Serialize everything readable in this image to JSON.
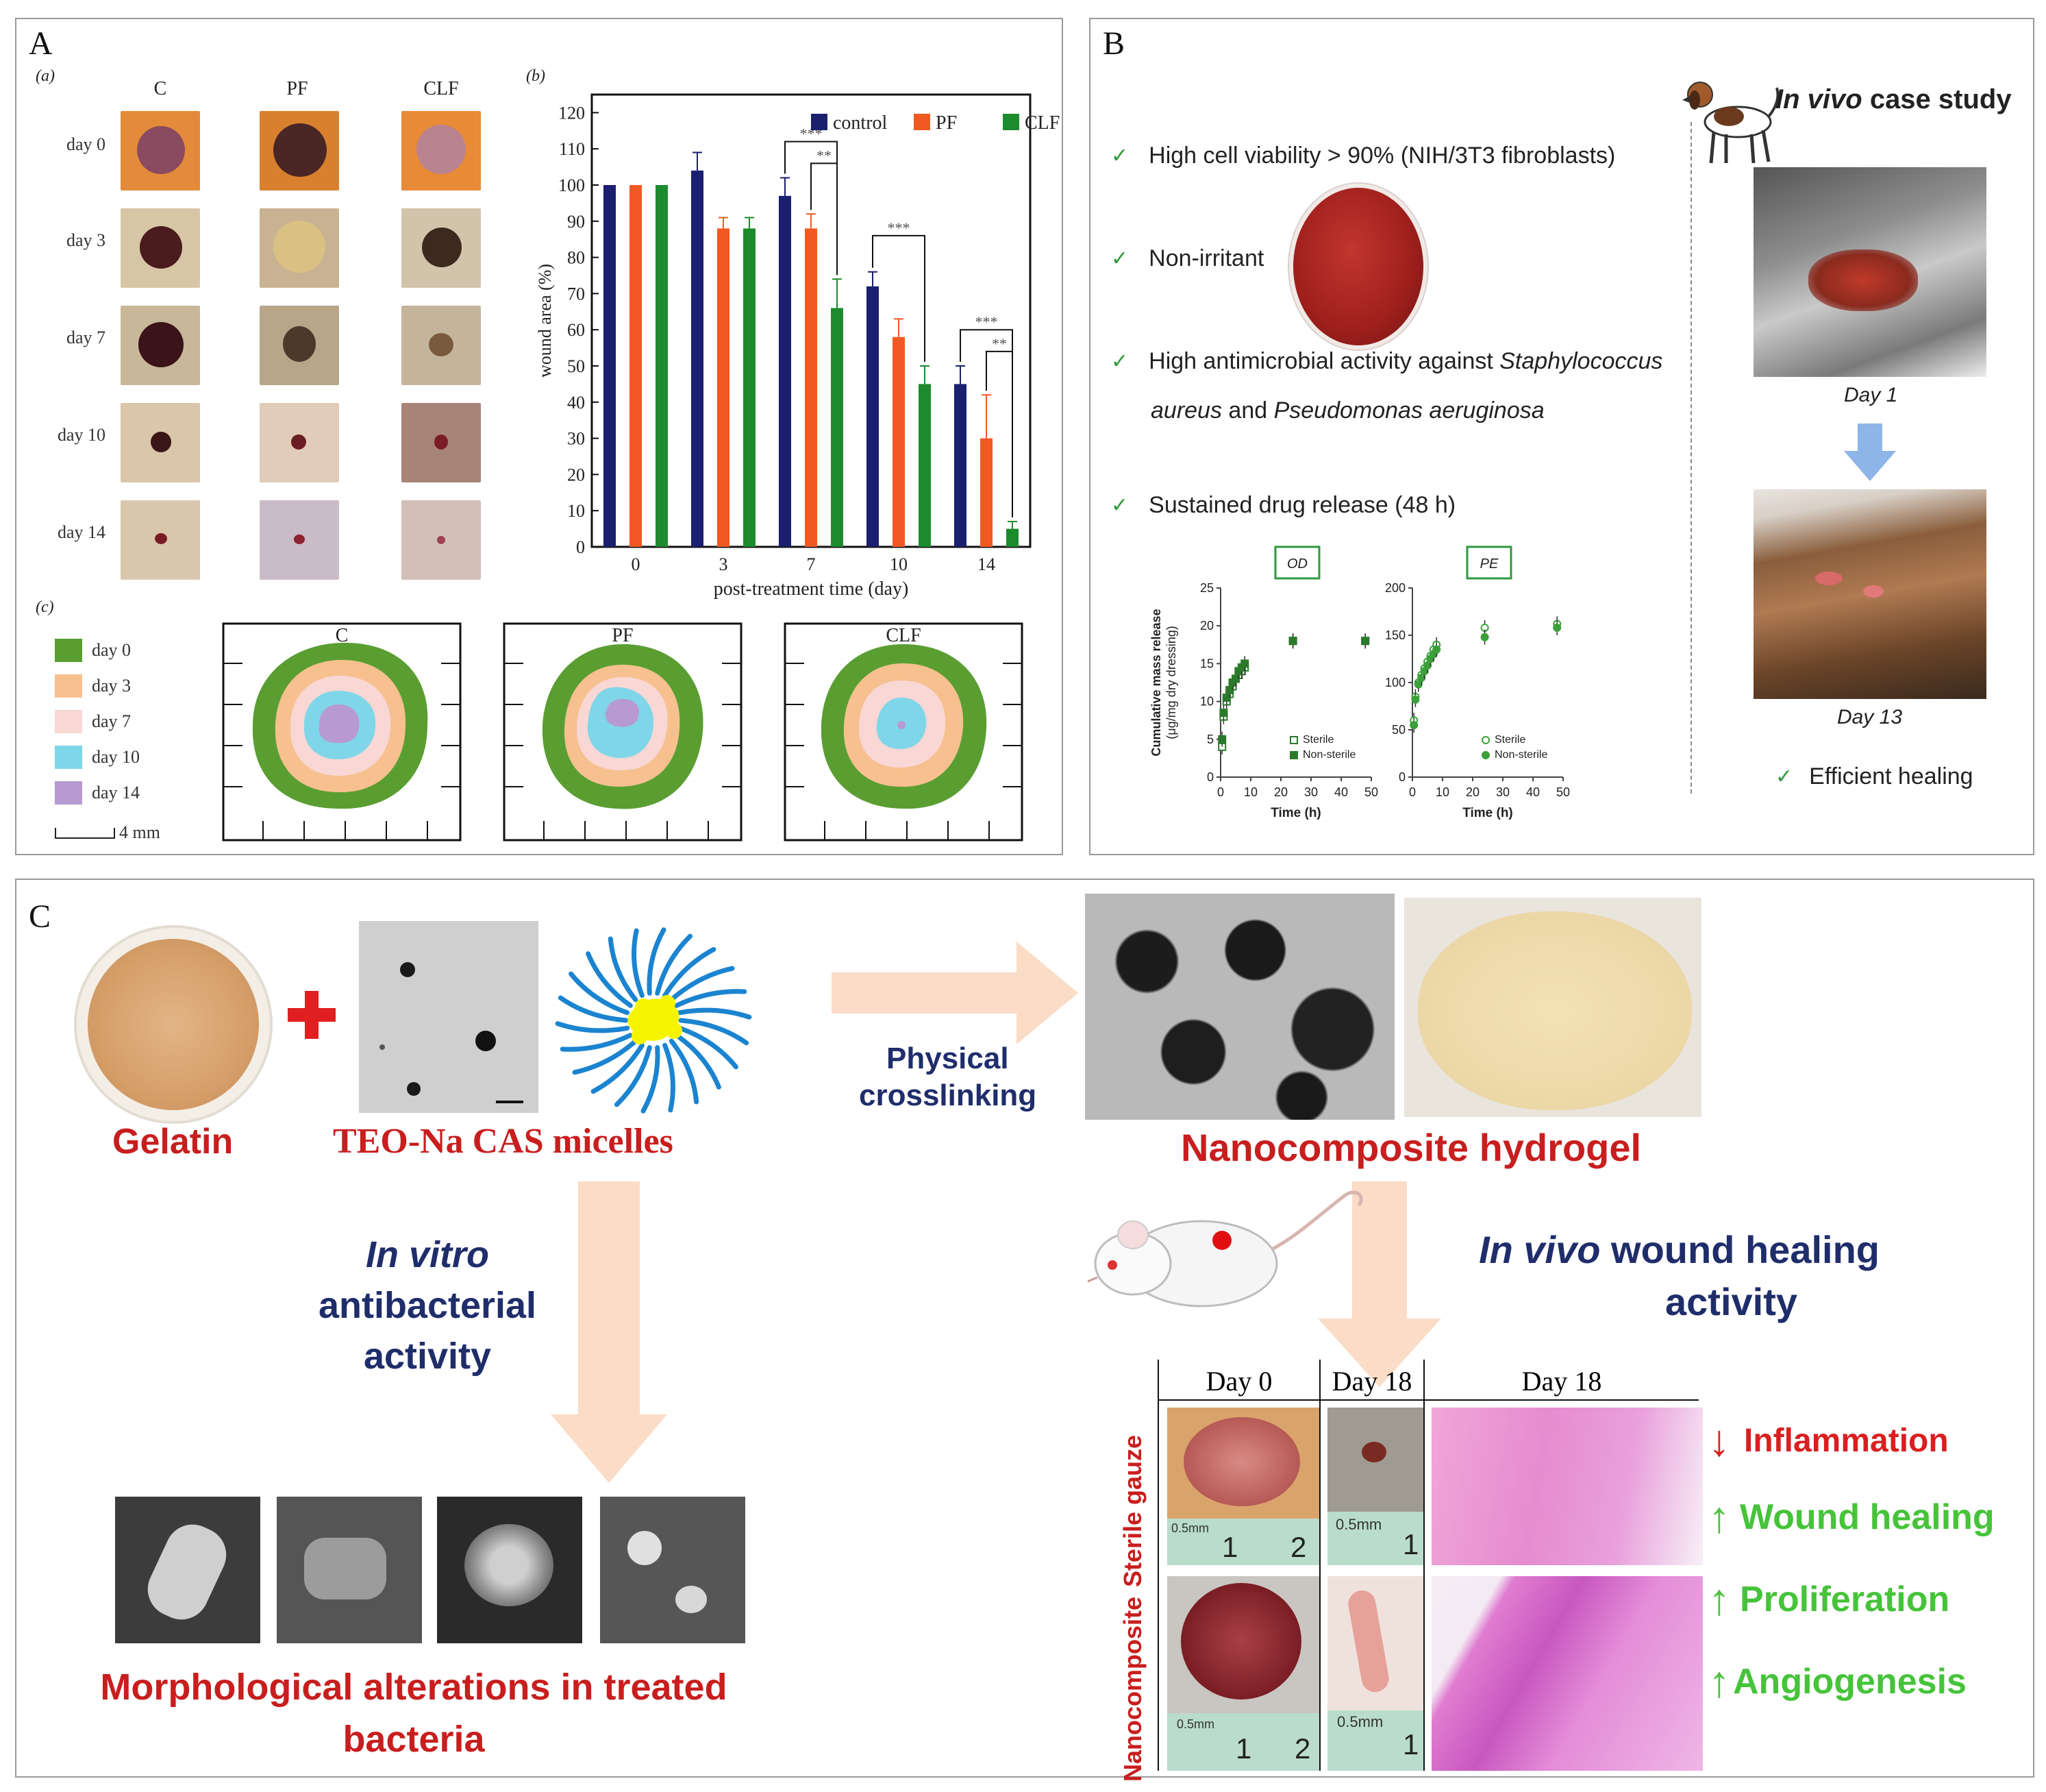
{
  "panels": {
    "A": "A",
    "B": "B",
    "C": "C"
  },
  "panel_a": {
    "sub_a": "(a)",
    "sub_b": "(b)",
    "sub_c": "(c)",
    "columns": [
      "C",
      "PF",
      "CLF"
    ],
    "rows": [
      "day 0",
      "day 3",
      "day 7",
      "day 10",
      "day 14"
    ],
    "legend_c": [
      {
        "label": "day 0",
        "color": "#5a9e32"
      },
      {
        "label": "day 3",
        "color": "#f7c08f"
      },
      {
        "label": "day 7",
        "color": "#f8d7d4"
      },
      {
        "label": "day 10",
        "color": "#7fd6e8"
      },
      {
        "label": "day 14",
        "color": "#b79ad0"
      }
    ],
    "scale_label": "4 mm",
    "contour_titles": [
      "C",
      "PF",
      "CLF"
    ]
  },
  "chart_data": [
    {
      "type": "bar",
      "title": "",
      "xlabel": "post-treatment time (day)",
      "ylabel": "wound area (%)",
      "categories": [
        "0",
        "3",
        "7",
        "10",
        "14"
      ],
      "ylim": [
        0,
        125
      ],
      "yticks": [
        0,
        10,
        20,
        30,
        40,
        50,
        60,
        70,
        80,
        90,
        100,
        110,
        120
      ],
      "legend_position": "top-right",
      "grid": false,
      "series": [
        {
          "name": "control",
          "color": "#1a1f6e",
          "values": [
            100,
            104,
            97,
            72,
            45
          ],
          "errors": [
            0,
            5,
            5,
            4,
            5
          ]
        },
        {
          "name": "PF",
          "color": "#f05a22",
          "values": [
            100,
            88,
            88,
            58,
            30
          ],
          "errors": [
            0,
            3,
            4,
            5,
            12
          ]
        },
        {
          "name": "CLF",
          "color": "#1e8a2e",
          "values": [
            100,
            88,
            66,
            45,
            5
          ],
          "errors": [
            0,
            3,
            8,
            5,
            2
          ]
        }
      ],
      "significance": [
        {
          "category": "7",
          "pairs": [
            [
              "control",
              "CLF",
              "***"
            ],
            [
              "PF",
              "CLF",
              "**"
            ]
          ]
        },
        {
          "category": "10",
          "pairs": [
            [
              "control",
              "CLF",
              "***"
            ]
          ]
        },
        {
          "category": "14",
          "pairs": [
            [
              "control",
              "CLF",
              "***"
            ],
            [
              "PF",
              "CLF",
              "**"
            ]
          ]
        }
      ]
    },
    {
      "type": "scatter",
      "title": "OD",
      "xlabel": "Time (h)",
      "ylabel": "Cumulative mass release",
      "ylabel2": "(μg/mg dry dressing)",
      "xlim": [
        0,
        50
      ],
      "ylim": [
        0,
        25
      ],
      "xticks": [
        0,
        10,
        20,
        30,
        40,
        50
      ],
      "yticks": [
        0,
        5,
        10,
        15,
        20,
        25
      ],
      "legend_position": "bottom-right",
      "series": [
        {
          "name": "Sterile",
          "marker": "open-square",
          "x": [
            0.5,
            1,
            2,
            3,
            4,
            5,
            6,
            7,
            8,
            24,
            48
          ],
          "y": [
            4,
            8,
            10,
            11,
            12,
            13,
            13.5,
            14,
            14.5,
            18,
            18
          ]
        },
        {
          "name": "Non-sterile",
          "marker": "filled-square",
          "x": [
            0.5,
            1,
            2,
            3,
            4,
            5,
            6,
            7,
            8,
            24,
            48
          ],
          "y": [
            5,
            8.5,
            10.5,
            11.5,
            12.5,
            13,
            14,
            14.5,
            15,
            18,
            18
          ]
        }
      ]
    },
    {
      "type": "scatter",
      "title": "PE",
      "xlabel": "Time (h)",
      "ylabel": "",
      "xlim": [
        0,
        50
      ],
      "ylim": [
        0,
        200
      ],
      "xticks": [
        0,
        10,
        20,
        30,
        40,
        50
      ],
      "yticks": [
        0,
        50,
        100,
        150,
        200
      ],
      "legend_position": "bottom-right",
      "series": [
        {
          "name": "Sterile",
          "marker": "open-circle",
          "x": [
            0.5,
            1,
            2,
            3,
            4,
            5,
            6,
            7,
            8,
            24,
            48
          ],
          "y": [
            60,
            85,
            100,
            108,
            115,
            122,
            128,
            135,
            140,
            158,
            162
          ]
        },
        {
          "name": "Non-sterile",
          "marker": "filled-circle",
          "x": [
            0.5,
            1,
            2,
            3,
            4,
            5,
            6,
            7,
            8,
            24,
            48
          ],
          "y": [
            55,
            82,
            98,
            105,
            112,
            118,
            125,
            130,
            135,
            148,
            158
          ]
        }
      ]
    }
  ],
  "panel_b": {
    "bullets": [
      "High cell viability > 90% (NIH/3T3 fibroblasts)",
      "Non-irritant"
    ],
    "antimicrobial_prefix": "High antimicrobial activity against ",
    "antimicrobial_sp1": "Staphylococcus",
    "antimicrobial_sp1b": "aureus",
    "antimicrobial_and": " and ",
    "antimicrobial_sp2": "Pseudomonas aeruginosa",
    "release_label": "Sustained drug release (48 h)",
    "case_title_italic": "In vivo",
    "case_title_rest": " case study",
    "day1": "Day 1",
    "day13": "Day 13",
    "efficient": "Efficient healing",
    "check": "✓"
  },
  "panel_c": {
    "gelatin": "Gelatin",
    "micelles": "TEO-Na CAS micelles",
    "physical": "Physical",
    "crosslinking": "crosslinking",
    "hydrogel": "Nanocomposite hydrogel",
    "invitro_italic": "In vitro",
    "invitro_l2": "antibacterial",
    "invitro_l3": "activity",
    "morph_l1": "Morphological alterations in treated",
    "morph_l2": "bacteria",
    "invivo_italic": "In vivo",
    "invivo_rest": " wound healing",
    "invivo_l2": "activity",
    "table_headers": [
      "Day 0",
      "Day 18",
      "Day 18"
    ],
    "row_labels": [
      "Sterile gauze",
      "Nanocomposite"
    ],
    "ruler_label": "0.5mm",
    "ruler_nums": [
      "1",
      "2"
    ],
    "effects": [
      {
        "label": "Inflammation",
        "dir": "down",
        "color": "#d91f1f"
      },
      {
        "label": "Wound healing",
        "dir": "up",
        "color": "#4cc23f"
      },
      {
        "label": "Proliferation",
        "dir": "up",
        "color": "#4cc23f"
      },
      {
        "label": "Angiogenesis",
        "dir": "up",
        "color": "#4cc23f"
      }
    ]
  }
}
